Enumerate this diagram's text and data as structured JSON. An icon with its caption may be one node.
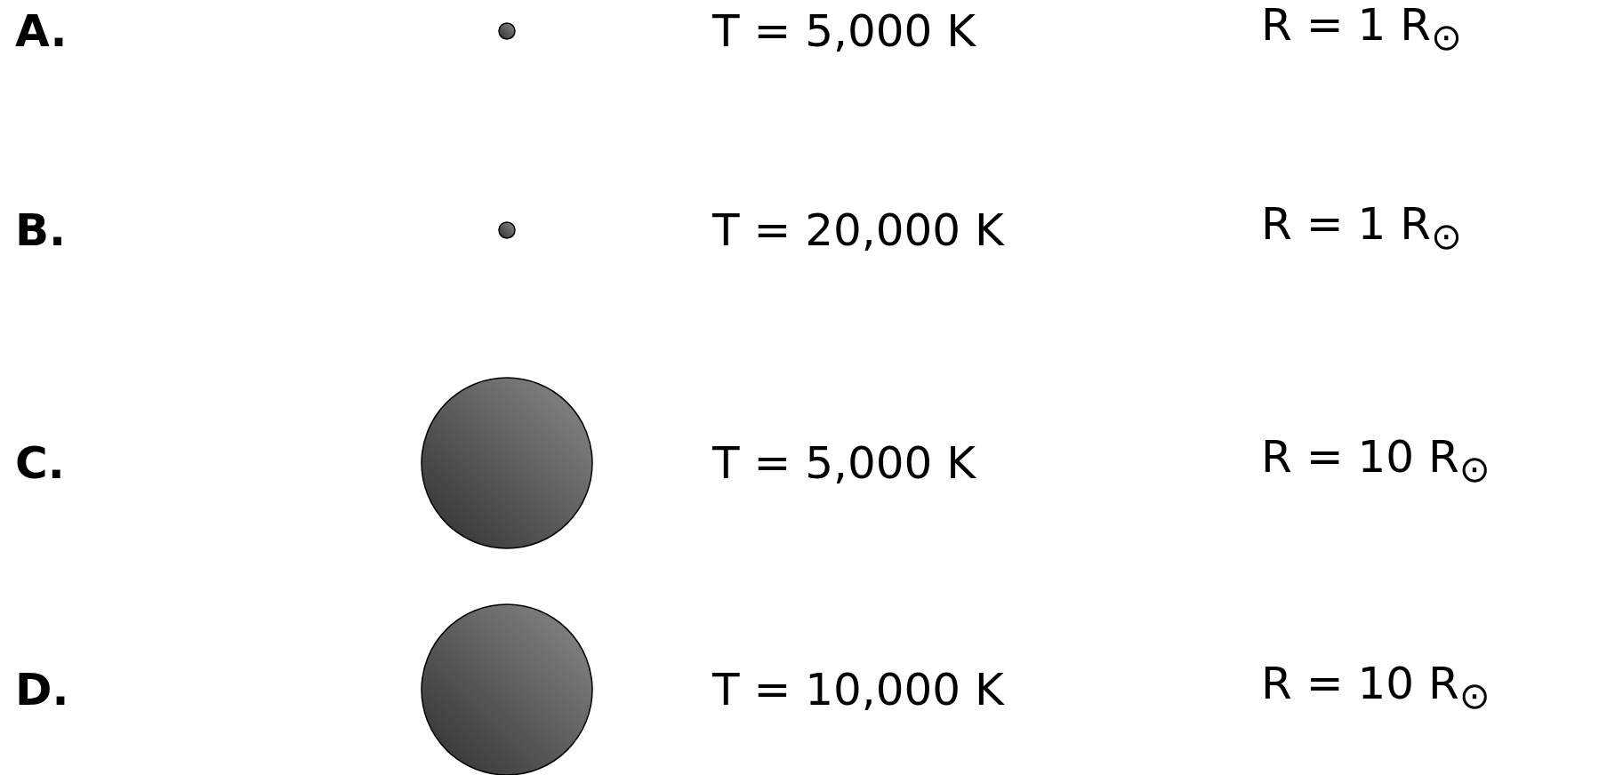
{
  "diagram": {
    "nodes": [
      {
        "text": [],
        "shape": "circle"
      },
      {
        "text": [],
        "shape": "circle"
      },
      {
        "text": [],
        "shape": "circle"
      },
      {
        "text": [],
        "shape": "circle"
      }
    ],
    "labels": [
      "A.",
      "T = 5,000 K",
      "R = 1 R$_{⊙}$",
      "B.",
      "T = 20,000 K",
      "R = 1 R$_{⊙}$",
      "C.",
      "T = 5,000 K",
      "R = 10 R$_{⊙}$",
      "D.",
      "T = 10,000 K",
      "R = 10 R$_{⊙}$"
    ]
  }
}
